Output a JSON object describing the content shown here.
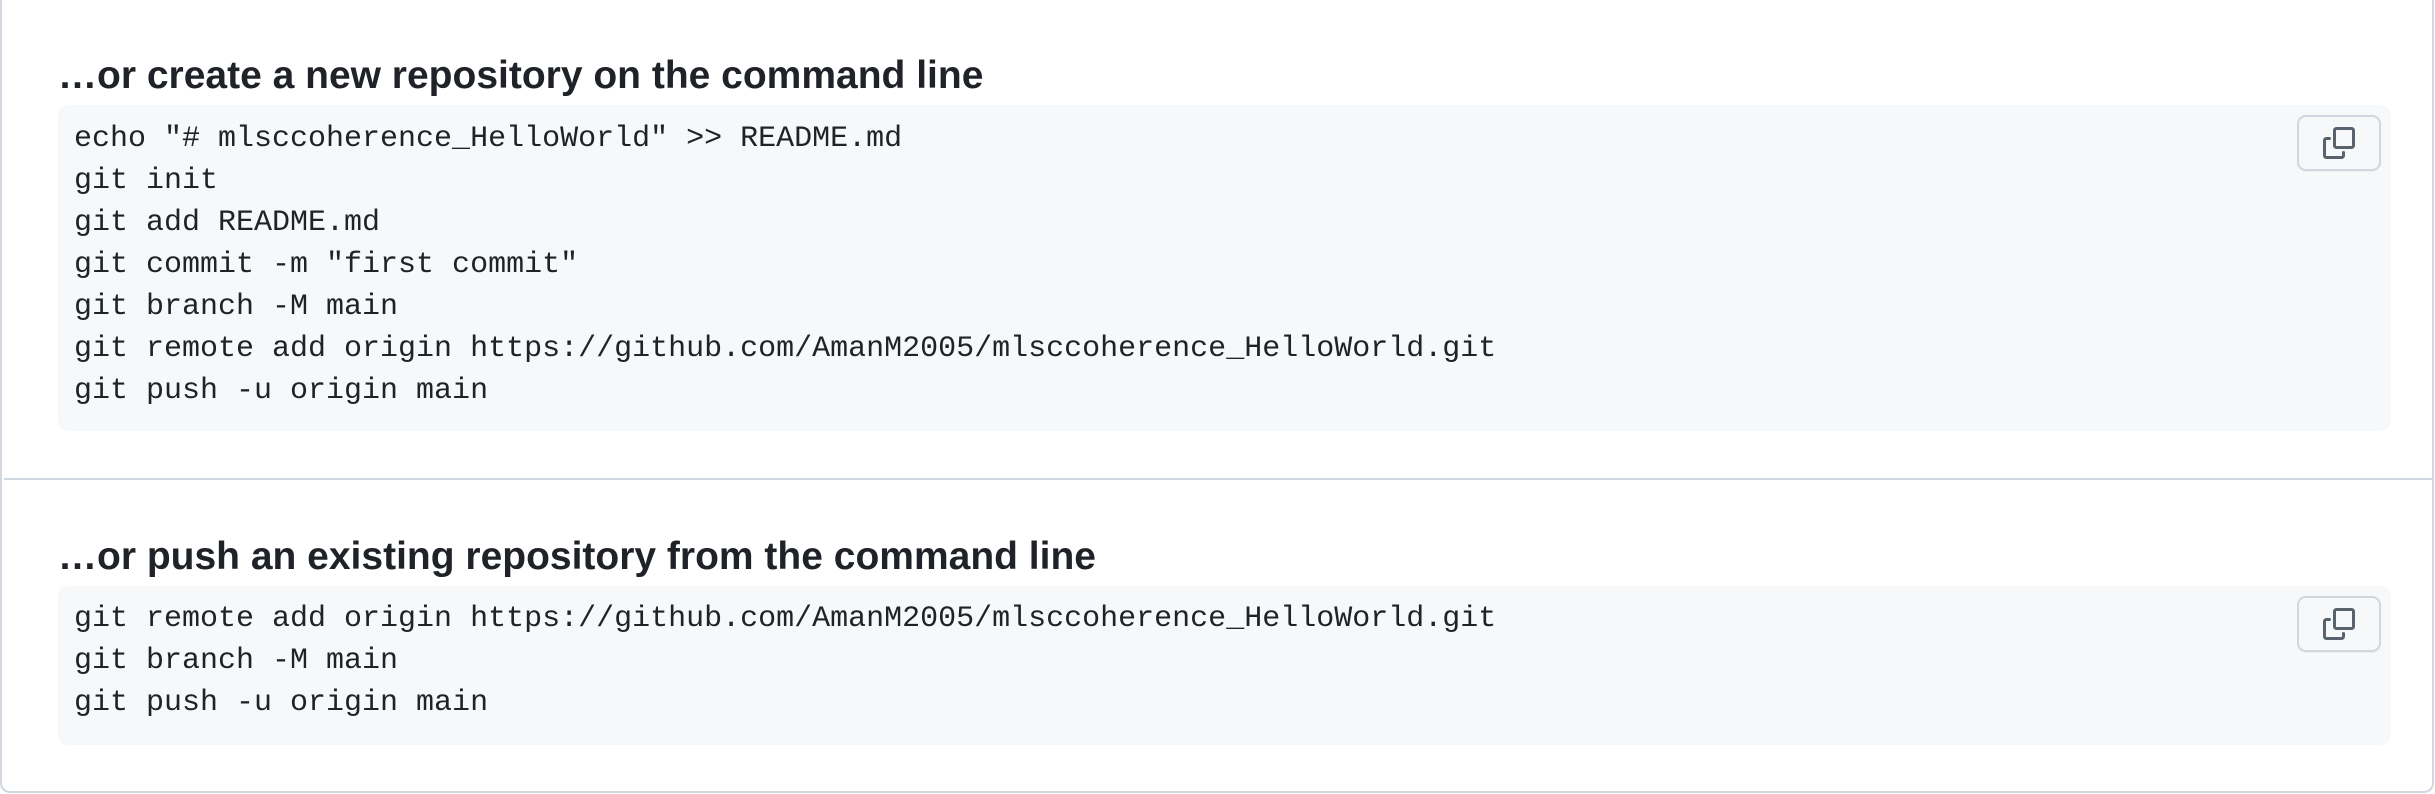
{
  "sections": [
    {
      "heading": "…or create a new repository on the command line",
      "lines": [
        "echo \"# mlsccoherence_HelloWorld\" >> README.md",
        "git init",
        "git add README.md",
        "git commit -m \"first commit\"",
        "git branch -M main",
        "git remote add origin https://github.com/AmanM2005/mlsccoherence_HelloWorld.git",
        "git push -u origin main"
      ],
      "copy_icon": "copy-icon"
    },
    {
      "heading": "…or push an existing repository from the command line",
      "lines": [
        "git remote add origin https://github.com/AmanM2005/mlsccoherence_HelloWorld.git",
        "git branch -M main",
        "git push -u origin main"
      ],
      "copy_icon": "copy-icon"
    }
  ],
  "colors": {
    "text": "#1f2328",
    "code_background": "#f6f8fa",
    "border": "#d0d7de",
    "icon": "#59636e"
  }
}
